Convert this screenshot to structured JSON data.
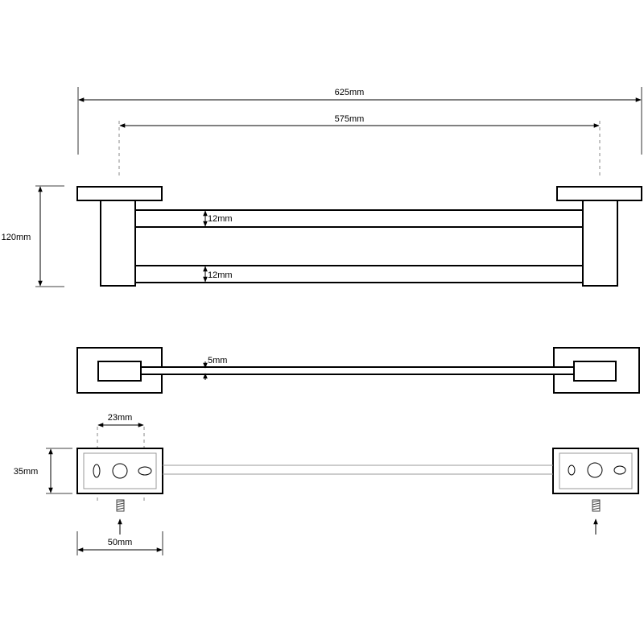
{
  "dimensions": {
    "overall_length": "625mm",
    "fixing_centers": "575mm",
    "height": "120mm",
    "upper_bar_thickness": "12mm",
    "lower_bar_thickness": "12mm",
    "top_bar_thickness": "5mm",
    "hole_spacing": "23mm",
    "base_depth": "35mm",
    "base_width": "50mm"
  }
}
